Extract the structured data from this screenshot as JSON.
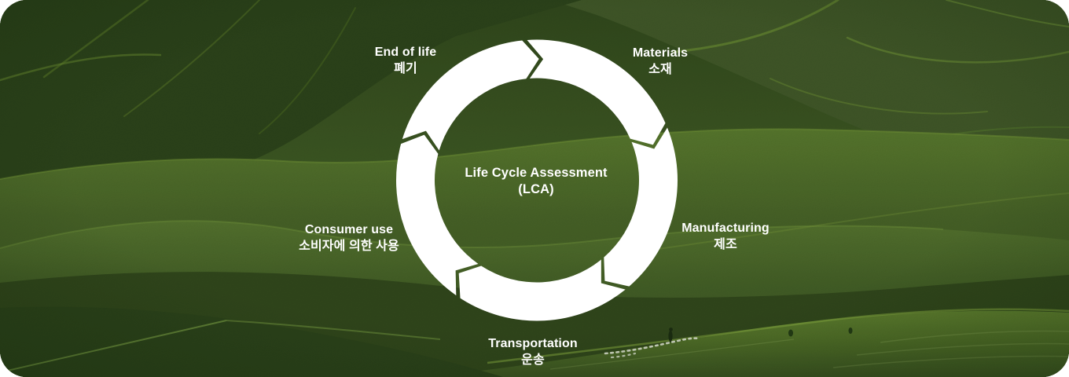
{
  "diagram": {
    "center_title": "Life Cycle Assessment",
    "center_subtitle": "(LCA)",
    "ring_color": "#ffffff",
    "text_color": "#ffffff",
    "stages": [
      {
        "id": "materials",
        "en": "Materials",
        "ko": "소재"
      },
      {
        "id": "manufacturing",
        "en": "Manufacturing",
        "ko": "제조"
      },
      {
        "id": "transportation",
        "en": "Transportation",
        "ko": "운송"
      },
      {
        "id": "consumer-use",
        "en": "Consumer use",
        "ko": "소비자에 의한 사용"
      },
      {
        "id": "end-of-life",
        "en": "End of life",
        "ko": "폐기"
      }
    ],
    "background": {
      "description": "green rolling hills landscape with sheep flock and herder",
      "overlay_color": "#2e511f"
    }
  }
}
